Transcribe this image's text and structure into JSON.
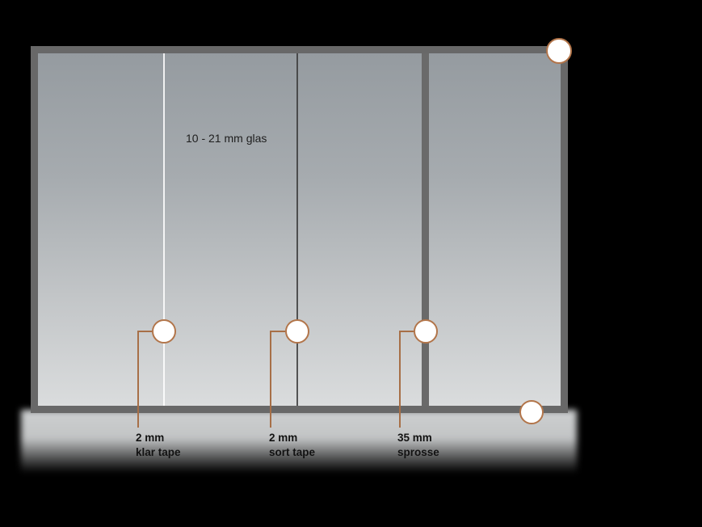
{
  "diagram": {
    "glass_label": "10 - 21 mm glas",
    "callouts": [
      {
        "line1": "2 mm",
        "line2": "klar tape"
      },
      {
        "line1": "2 mm",
        "line2": "sort tape"
      },
      {
        "line1": "35 mm",
        "line2": "sprosse"
      }
    ],
    "colors": {
      "frame": "#686868",
      "accent": "#b2754a",
      "glass_top": "#959ba0",
      "glass_bottom": "#dadcdd",
      "label_text": "#121212",
      "background": "#000000"
    }
  }
}
